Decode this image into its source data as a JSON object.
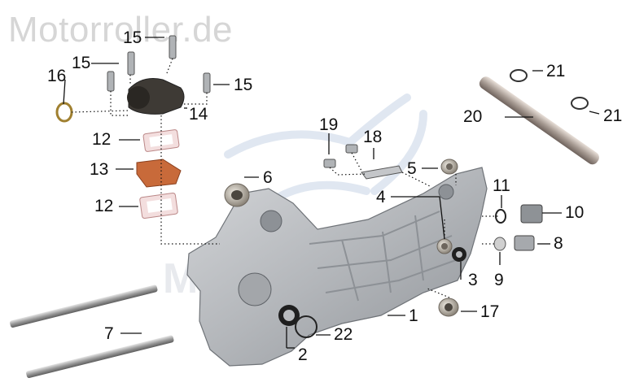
{
  "watermark": "Motorroller.de",
  "parts": [
    {
      "id": "p1",
      "number": "1",
      "name": "crankcase"
    },
    {
      "id": "p2",
      "number": "2",
      "name": "oil-seal"
    },
    {
      "id": "p3",
      "number": "3",
      "name": "oil-seal"
    },
    {
      "id": "p4",
      "number": "4",
      "name": "bearing"
    },
    {
      "id": "p5",
      "number": "5",
      "name": "bearing"
    },
    {
      "id": "p6",
      "number": "6",
      "name": "bearing"
    },
    {
      "id": "p7",
      "number": "7",
      "name": "stud-bolt"
    },
    {
      "id": "p8",
      "number": "8",
      "name": "drain-plug"
    },
    {
      "id": "p9",
      "number": "9",
      "name": "washer"
    },
    {
      "id": "p10",
      "number": "10",
      "name": "filter-plug"
    },
    {
      "id": "p11",
      "number": "11",
      "name": "o-ring"
    },
    {
      "id": "p12",
      "number": "12",
      "name": "gasket"
    },
    {
      "id": "p13",
      "number": "13",
      "name": "reed-valve"
    },
    {
      "id": "p14",
      "number": "14",
      "name": "intake-manifold"
    },
    {
      "id": "p15",
      "number": "15",
      "name": "bolt"
    },
    {
      "id": "p16",
      "number": "16",
      "name": "hose-clamp"
    },
    {
      "id": "p17",
      "number": "17",
      "name": "bearing"
    },
    {
      "id": "p18",
      "number": "18",
      "name": "bracket"
    },
    {
      "id": "p19",
      "number": "19",
      "name": "bolt"
    },
    {
      "id": "p20",
      "number": "20",
      "name": "axle-shaft"
    },
    {
      "id": "p21",
      "number": "21",
      "name": "circlip"
    },
    {
      "id": "p22",
      "number": "22",
      "name": "o-ring"
    }
  ],
  "colors": {
    "casing": "#b9bcc0",
    "casing_dark": "#8d9196",
    "reed_valve": "#c86a3a",
    "gasket": "#e0b6b6",
    "manifold": "#3e3a35",
    "leader": "#111111"
  }
}
